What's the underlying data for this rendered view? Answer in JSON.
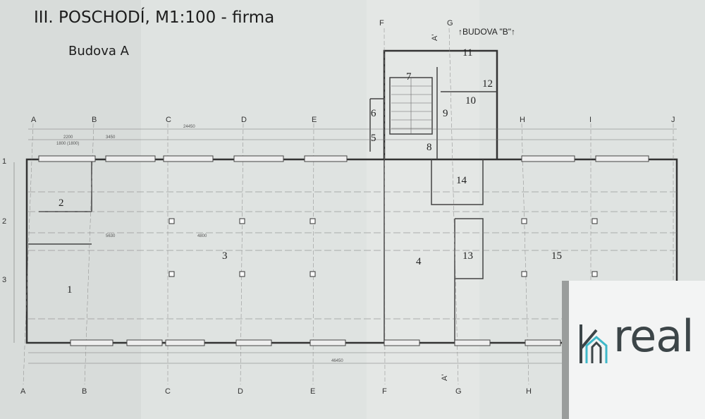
{
  "title": "III. POSCHODÍ, M1:100 - firma",
  "subtitle": "Budova A",
  "building_b_label": "↑BUDOVA \"B\"↑",
  "section_mark": "A'",
  "axes_top": [
    "A",
    "B",
    "C",
    "D",
    "E",
    "F",
    "G",
    "H",
    "I",
    "J"
  ],
  "axes_bottom": [
    "A",
    "B",
    "C",
    "D",
    "E",
    "F",
    "G",
    "H"
  ],
  "rows": [
    "1",
    "2",
    "3"
  ],
  "rooms": [
    "1",
    "2",
    "3",
    "4",
    "5",
    "6",
    "7",
    "8",
    "9",
    "10",
    "11",
    "12",
    "13",
    "14",
    "15"
  ],
  "dimensions": {
    "overall_top": "24450",
    "overall_bottom": "46450",
    "bay_a": "2200",
    "bay_b": "3450",
    "window": "1800 (1800)",
    "column_span": "4800",
    "span_2": "5630"
  },
  "logo": {
    "text": "real",
    "letter": "K",
    "accent": "#3fb8c9"
  }
}
